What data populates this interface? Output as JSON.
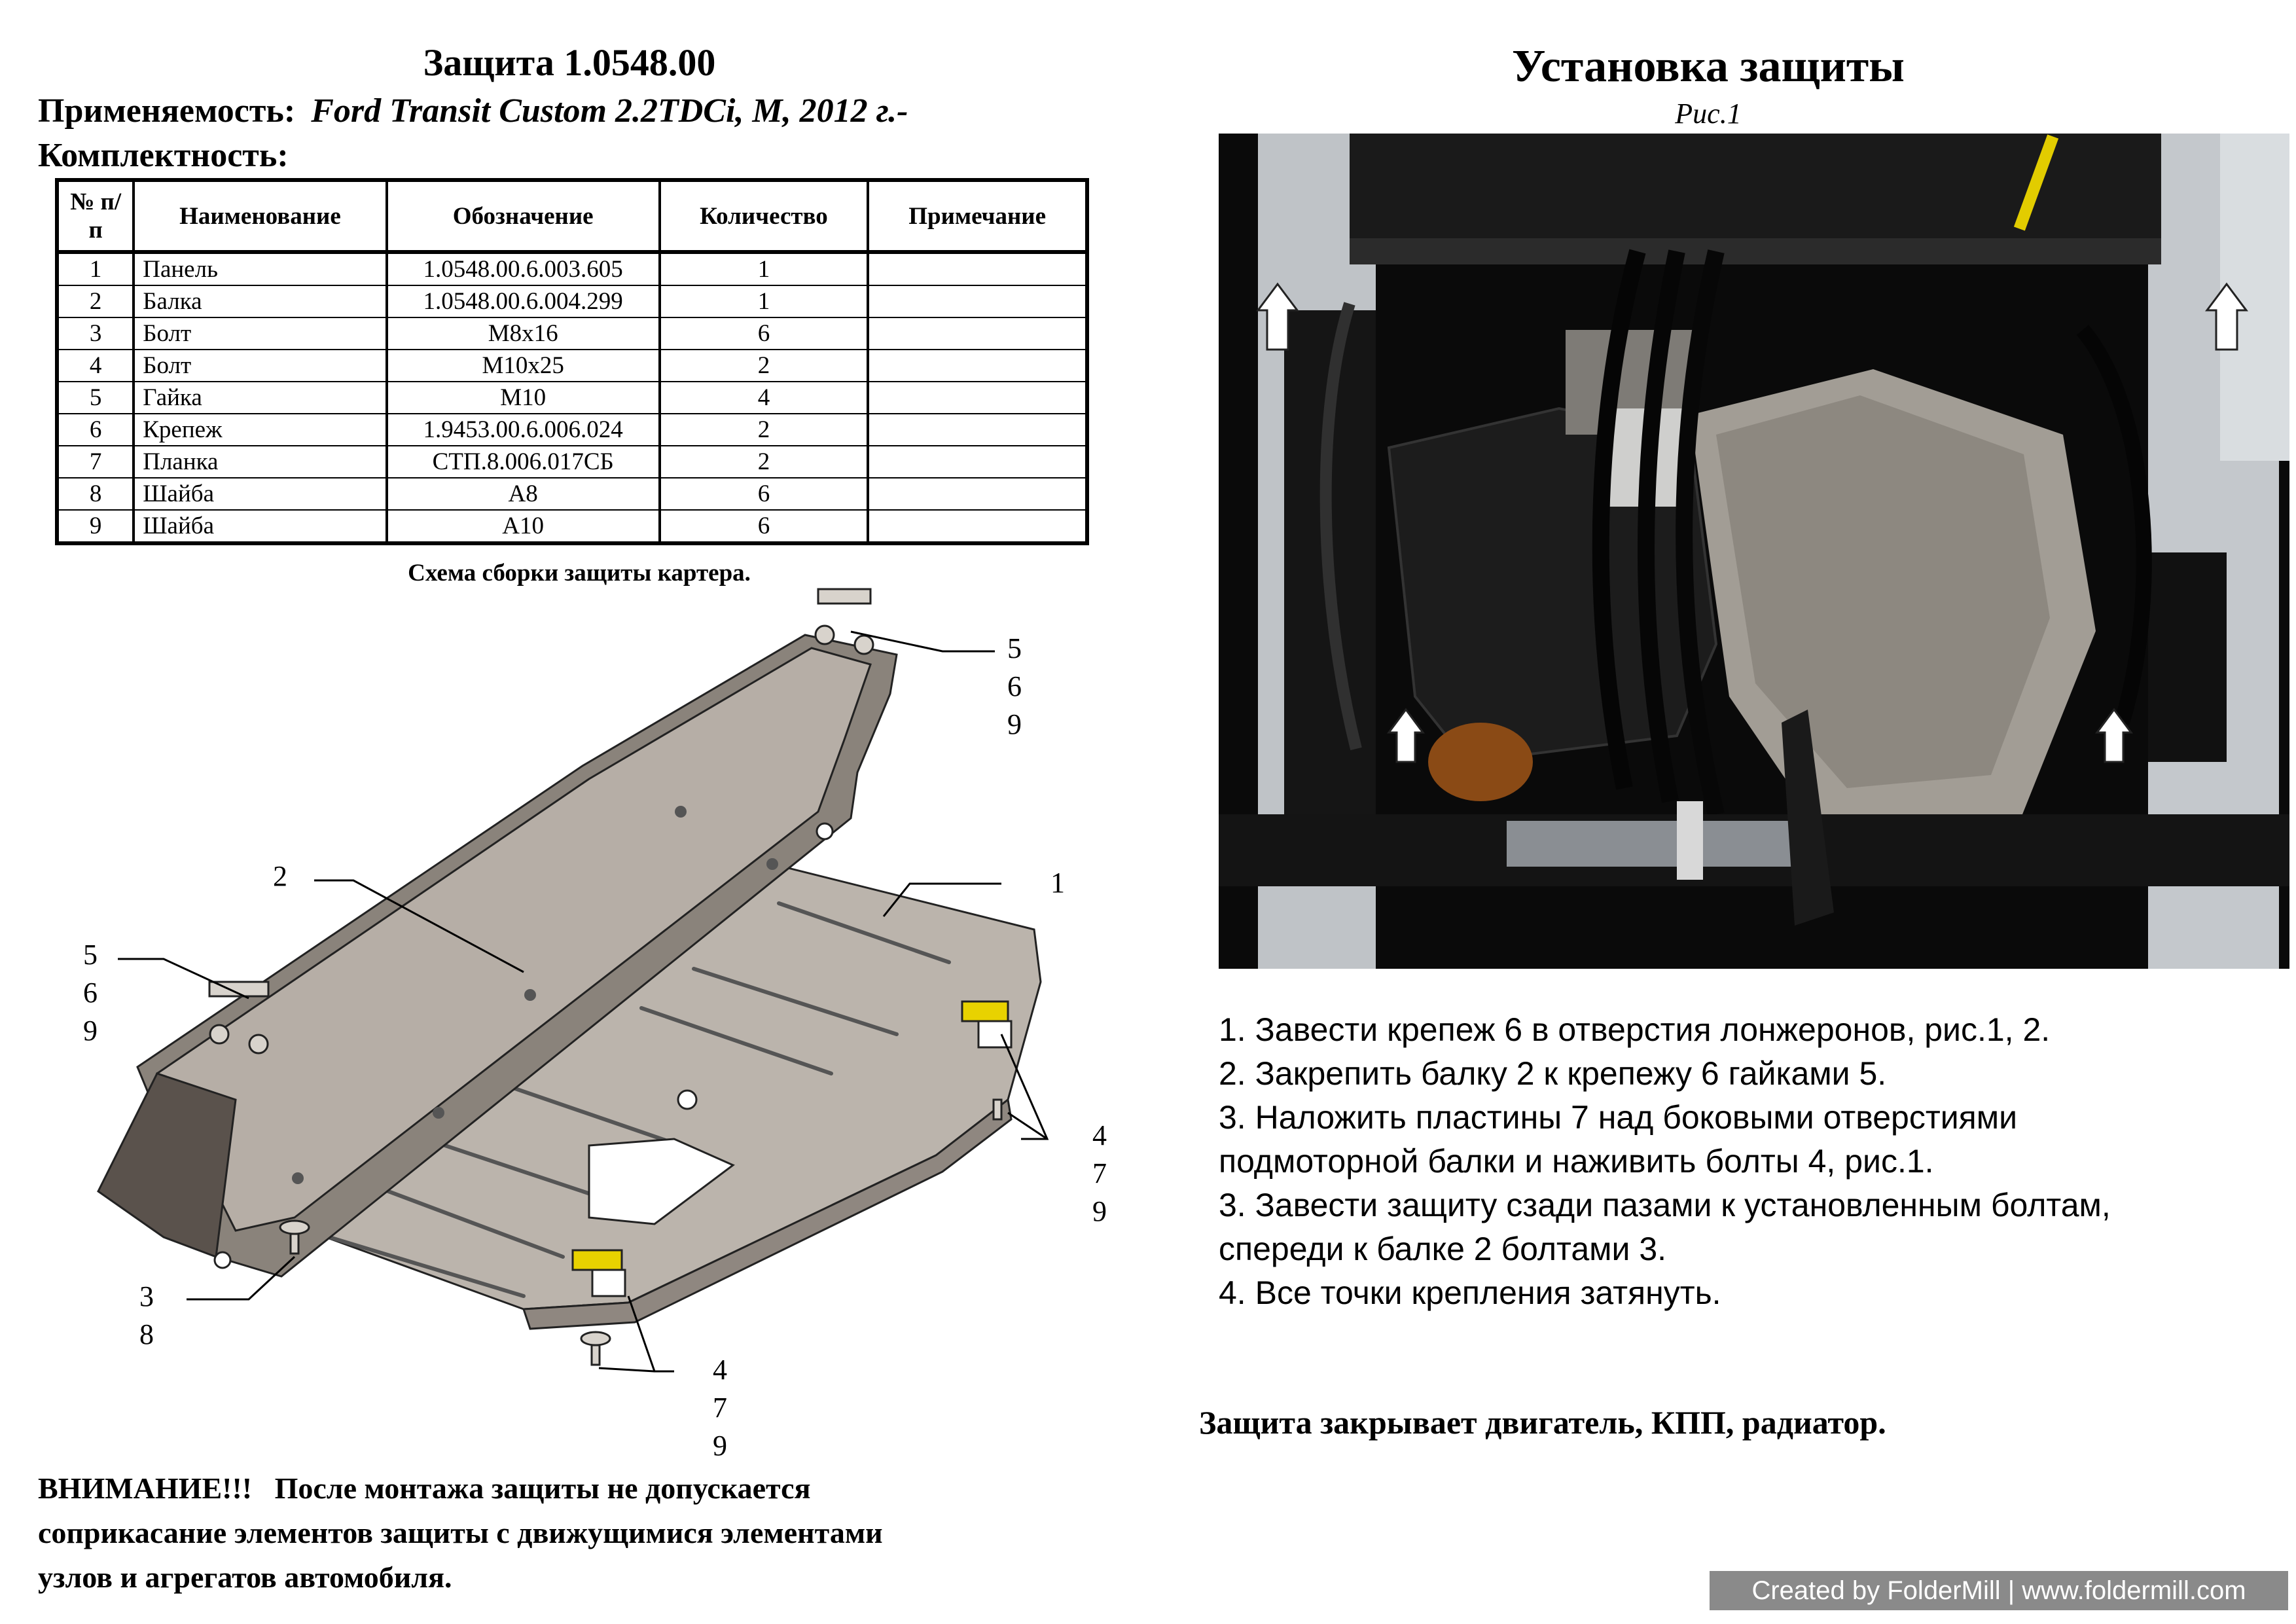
{
  "left": {
    "title": "Защита 1.0548.00",
    "applicability_label": "Применяемость:",
    "applicability_value": "Ford Transit Custom 2.2TDCi, M, 2012 г.-",
    "kit_label": "Комплектность:",
    "table": {
      "headers": {
        "num": "№ п/п",
        "name": "Наименование",
        "code": "Обозначение",
        "qty": "Количество",
        "note": "Примечание"
      },
      "rows": [
        {
          "num": "1",
          "name": "Панель",
          "code": "1.0548.00.6.003.605",
          "qty": "1",
          "note": ""
        },
        {
          "num": "2",
          "name": "Балка",
          "code": "1.0548.00.6.004.299",
          "qty": "1",
          "note": ""
        },
        {
          "num": "3",
          "name": "Болт",
          "code": "М8х16",
          "qty": "6",
          "note": ""
        },
        {
          "num": "4",
          "name": "Болт",
          "code": "М10х25",
          "qty": "2",
          "note": ""
        },
        {
          "num": "5",
          "name": "Гайка",
          "code": "М10",
          "qty": "4",
          "note": ""
        },
        {
          "num": "6",
          "name": "Крепеж",
          "code": "1.9453.00.6.006.024",
          "qty": "2",
          "note": ""
        },
        {
          "num": "7",
          "name": "Планка",
          "code": "СТП.8.006.017СБ",
          "qty": "2",
          "note": ""
        },
        {
          "num": "8",
          "name": "Шайба",
          "code": "А8",
          "qty": "6",
          "note": ""
        },
        {
          "num": "9",
          "name": "Шайба",
          "code": "А10",
          "qty": "6",
          "note": ""
        }
      ]
    },
    "schema_caption": "Схема сборки защиты картера.",
    "callouts": {
      "top_right": [
        "5",
        "6",
        "9"
      ],
      "beam": [
        "2"
      ],
      "panel": [
        "1"
      ],
      "left": [
        "5",
        "6",
        "9"
      ],
      "right": [
        "4",
        "7",
        "9"
      ],
      "bottom_left": [
        "3",
        "8"
      ],
      "bottom": [
        "4",
        "7",
        "9"
      ]
    },
    "warning_lines": [
      "ВНИМАНИЕ!!!   После монтажа защиты не допускается",
      "соприкасание элементов защиты с движущимися элементами",
      "узлов и агрегатов автомобиля."
    ]
  },
  "right": {
    "title": "Установка защиты",
    "figure_caption": "Рис.1",
    "steps": [
      "1. Завести крепеж 6 в отверстия лонжеронов, рис.1, 2.",
      "2. Закрепить балку 2 к крепежу 6 гайками 5.",
      "3. Наложить пластины 7 над боковыми отверстиями",
      "подмоторной балки и наживить болты 4, рис.1.",
      "3. Завести защиту сзади пазами к установленным болтам,",
      "спереди к балке 2 болтами 3.",
      "4. Все точки крепления затянуть."
    ],
    "covers": "Защита закрывает двигатель, КПП, радиатор."
  },
  "watermark": "Created by FolderMill | www.foldermill.com"
}
